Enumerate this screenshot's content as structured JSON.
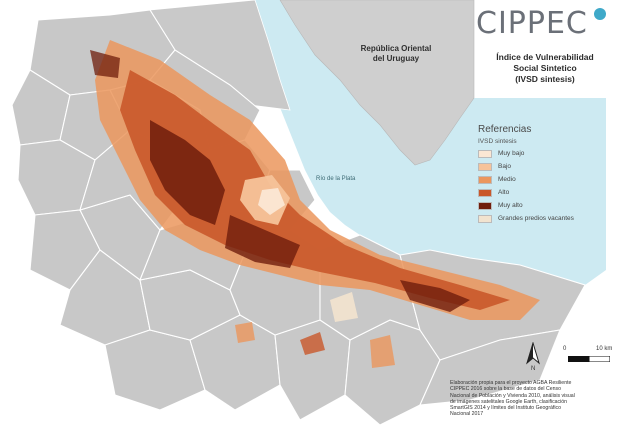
{
  "logo": {
    "text": "CIPPEC",
    "dot_color": "#3fa9c9"
  },
  "title": {
    "lines": [
      "Índice de Vulnerabilidad",
      "Social Sintetico",
      "(IVSD sintesis)"
    ]
  },
  "uruguay_label": {
    "lines": [
      "República Oriental",
      "del Uruguay"
    ]
  },
  "river_label": "Río de la Plata",
  "legend": {
    "heading": "Referencias",
    "subtitle": "IVSD sintesis",
    "items": [
      {
        "label": "Muy bajo",
        "color": "#fbe7d4"
      },
      {
        "label": "Bajo",
        "color": "#f6c39a"
      },
      {
        "label": "Medio",
        "color": "#eb965d"
      },
      {
        "label": "Alto",
        "color": "#c9582a"
      },
      {
        "label": "Muy alto",
        "color": "#6f1d0c"
      },
      {
        "label": "Grandes predios vacantes",
        "color": "#f1e3cf"
      }
    ]
  },
  "north_arrow": {
    "letter": "N"
  },
  "scale": {
    "zero": "0",
    "max": "10 km"
  },
  "source": {
    "lines": [
      "Elaboración propia para el proyecto AGBA Resiliente",
      "CIPPEC 2016 sobre la base de datos del Censo",
      "Nacional de Población y Vivienda 2010, análisis visual",
      "de imágenes satelitales Google Earth, clasificación",
      "SmartGIS 2014 y límites del Instituto Geográfico",
      "Nacional 2017"
    ]
  },
  "colors": {
    "water": "#cdeaf2",
    "land_north": "#cfcfcf",
    "partido": "#c8c8c8",
    "partido_border": "#ffffff"
  }
}
